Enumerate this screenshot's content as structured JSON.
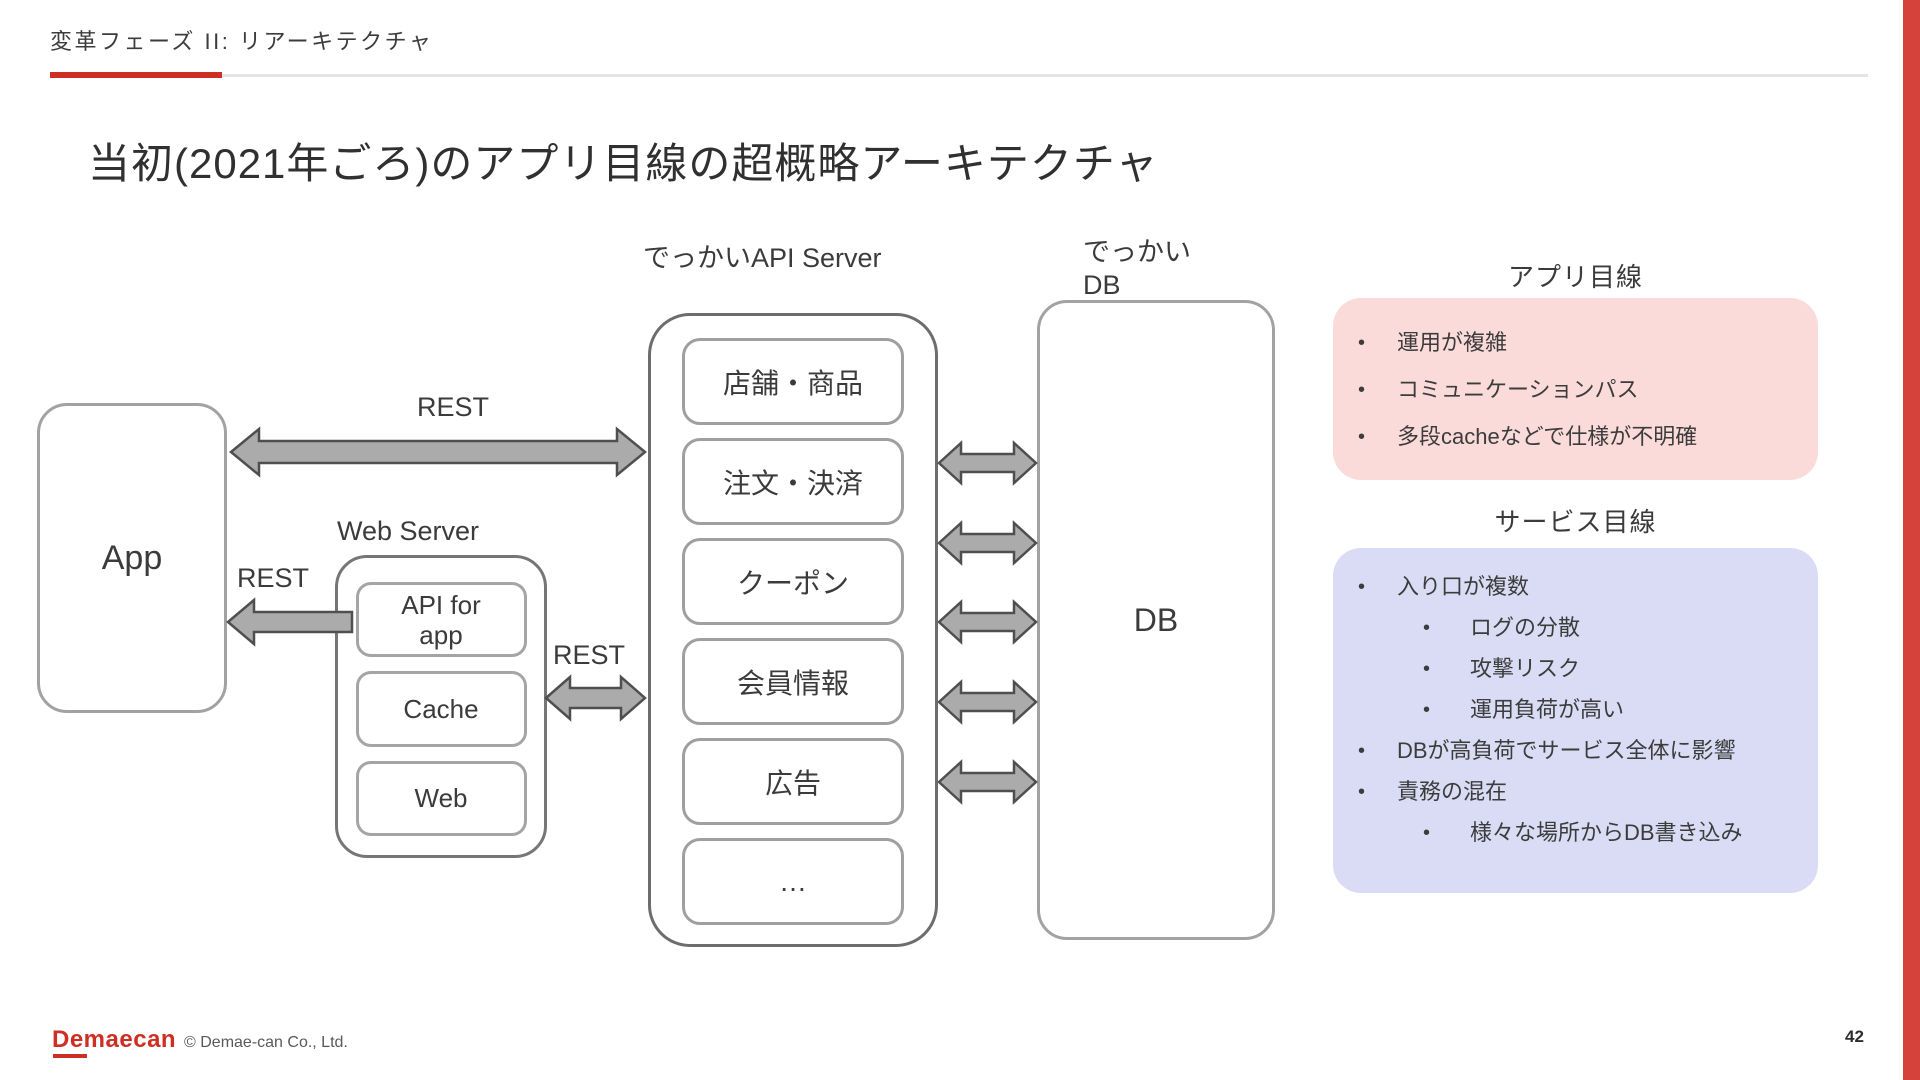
{
  "slide": {
    "header_label": "変革フェーズ II: リアーキテクチャ",
    "title": "当初(2021年ごろ)のアプリ目線の超概略アーキテクチャ",
    "page_number": "42",
    "footer": {
      "logo_text": "Demaecan",
      "copyright": "© Demae-can Co., Ltd."
    },
    "colors": {
      "accent_red": "#ce2f24",
      "strip_red": "#d5423c",
      "app_view_bg": "#fadbd9",
      "service_view_bg": "#d9dcf4"
    }
  },
  "diagram": {
    "app_box": {
      "label": "App"
    },
    "rest_labels": {
      "app_api": "REST",
      "app_web": "REST",
      "web_api": "REST"
    },
    "web_server": {
      "label": "Web Server",
      "items": [
        "API for app",
        "Cache",
        "Web"
      ]
    },
    "api_server": {
      "label": "でっかいAPI Server",
      "items": [
        "店舗・商品",
        "注文・決済",
        "クーポン",
        "会員情報",
        "広告",
        "…"
      ]
    },
    "db": {
      "label_line1": "でっかい",
      "label_line2": "DB",
      "box_label": "DB"
    }
  },
  "panels": {
    "app_view": {
      "title": "アプリ目線",
      "items": [
        {
          "level": 1,
          "text": "運用が複雑"
        },
        {
          "level": 1,
          "text": "コミュニケーションパス"
        },
        {
          "level": 1,
          "text": "多段cacheなどで仕様が不明確"
        }
      ]
    },
    "service_view": {
      "title": "サービス目線",
      "items": [
        {
          "level": 1,
          "text": "入り口が複数"
        },
        {
          "level": 2,
          "text": "ログの分散"
        },
        {
          "level": 2,
          "text": "攻撃リスク"
        },
        {
          "level": 2,
          "text": "運用負荷が高い"
        },
        {
          "level": 1,
          "text": "DBが高負荷でサービス全体に影響"
        },
        {
          "level": 1,
          "text": "責務の混在"
        },
        {
          "level": 2,
          "text": "様々な場所からDB書き込み"
        }
      ]
    }
  }
}
